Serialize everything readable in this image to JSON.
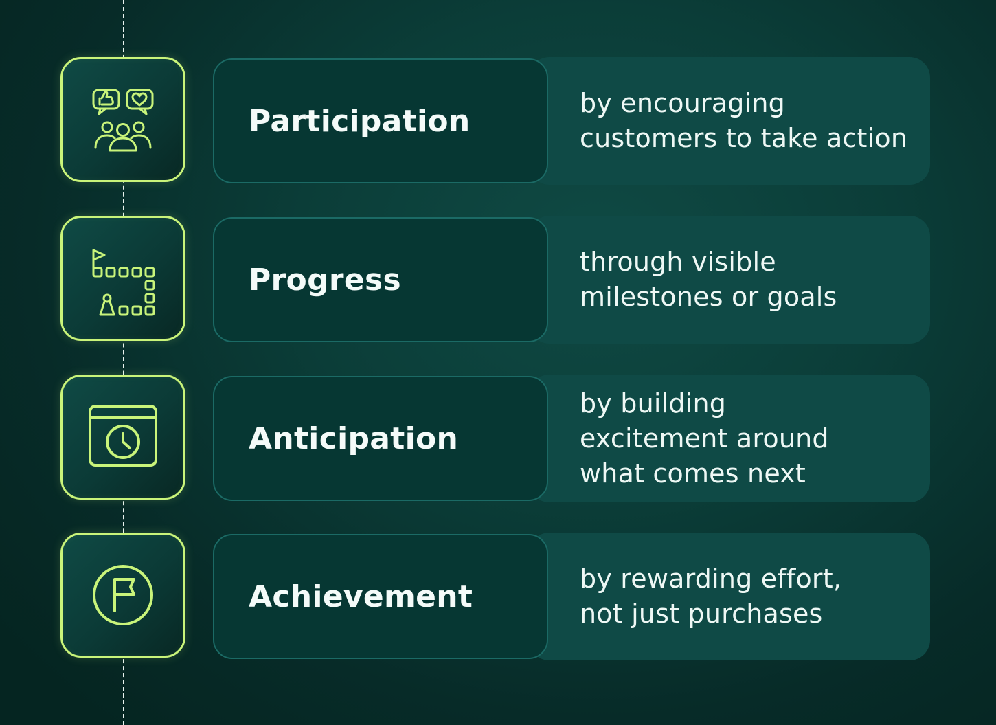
{
  "colors": {
    "background": "#0b3d38",
    "accent": "#c9f47a",
    "title_card": "#063733",
    "desc_card": "#0f4a46",
    "text": "#f4fbf9"
  },
  "items": [
    {
      "icon": "community-feedback-icon",
      "title": "Participation",
      "description": "by encouraging\ncustomers to take action"
    },
    {
      "icon": "board-game-path-icon",
      "title": "Progress",
      "description": "through visible\nmilestones or goals"
    },
    {
      "icon": "calendar-clock-icon",
      "title": "Anticipation",
      "description": "by building\nexcitement around\nwhat comes next"
    },
    {
      "icon": "flag-circle-icon",
      "title": "Achievement",
      "description": "by rewarding effort,\nnot just purchases"
    }
  ]
}
